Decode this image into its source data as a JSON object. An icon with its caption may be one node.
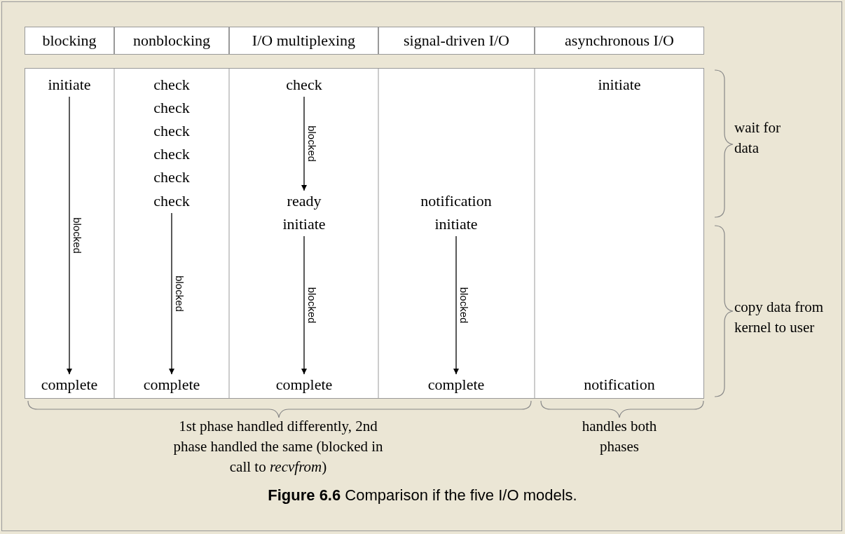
{
  "diagram": {
    "caption": "**Figure 6.6** Comparison if the five I/O models.",
    "nodes": [
      {
        "text": [
          "initiate"
        ]
      },
      {
        "text": [
          "complete"
        ]
      },
      {
        "text": [
          "check"
        ]
      },
      {
        "text": [
          "complete"
        ]
      },
      {
        "text": [
          "check"
        ]
      },
      {
        "text": [
          "ready"
        ]
      },
      {
        "text": [
          "initiate"
        ]
      },
      {
        "text": [
          "complete"
        ]
      },
      {
        "text": [
          "initiate"
        ]
      },
      {
        "text": [
          "complete"
        ]
      }
    ],
    "edges": [
      {
        "from": 0,
        "to": 1,
        "arrow": "to",
        "label": "blocked"
      },
      {
        "from": 2,
        "to": 3,
        "arrow": "to",
        "label": "blocked"
      },
      {
        "from": 4,
        "to": 5,
        "arrow": "to",
        "label": "blocked"
      },
      {
        "from": 6,
        "to": 7,
        "arrow": "to",
        "label": "blocked"
      },
      {
        "from": 8,
        "to": 9,
        "arrow": "to",
        "label": "blocked"
      }
    ],
    "labels": [
      "blocking",
      "nonblocking",
      "I/O multiplexing",
      "signal-driven I/O",
      "asynchronous I/O",
      "check",
      "check",
      "check",
      "check",
      "check",
      "notification",
      "initiate",
      "notification",
      "wait for data",
      "copy data from kernel to user",
      "1st phase handled differently, 2nd phase handled the same (blocked in call to *recvfrom*)",
      "handles both phases"
    ]
  }
}
